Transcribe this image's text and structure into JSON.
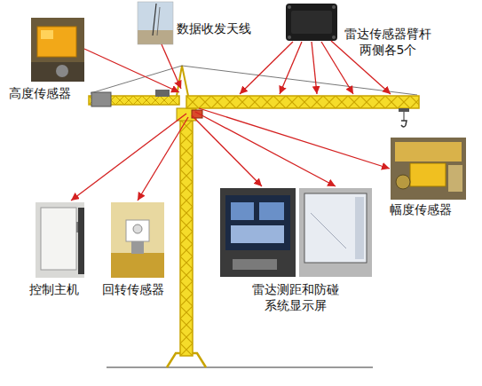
{
  "diagram": {
    "nodes": [
      {
        "text": [
          "数据收发天线"
        ]
      },
      {
        "text": [
          "雷达传感器臂杆 两侧各5个"
        ]
      },
      {
        "text": [
          "高度传感器"
        ]
      },
      {
        "text": [
          "幅度传感器"
        ]
      },
      {
        "text": [
          "控制主机"
        ]
      },
      {
        "text": [
          "回转传感器"
        ]
      },
      {
        "text": [
          "雷达测距和防碰 系统显示屏"
        ]
      }
    ]
  }
}
